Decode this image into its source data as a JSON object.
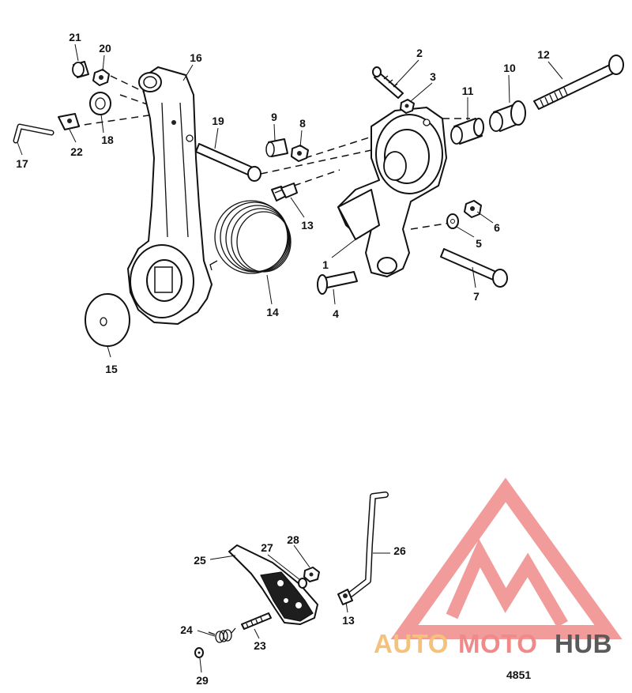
{
  "callouts": {
    "c1": "1",
    "c2": "2",
    "c3": "3",
    "c4": "4",
    "c5": "5",
    "c6": "6",
    "c7": "7",
    "c8": "8",
    "c9": "9",
    "c10": "10",
    "c11": "11",
    "c12": "12",
    "c13a": "13",
    "c14": "14",
    "c15": "15",
    "c16": "16",
    "c17": "17",
    "c18": "18",
    "c19": "19",
    "c20": "20",
    "c21": "21",
    "c22": "22",
    "c13b": "13",
    "c23": "23",
    "c24": "24",
    "c25": "25",
    "c26": "26",
    "c27": "27",
    "c28": "28",
    "c29": "29"
  },
  "figure_number": "4851",
  "watermark": {
    "part1": "AUTO",
    "part2": "MOTO",
    "part3": "HUB",
    "color_primary": "#f07f7f",
    "color_secondary": "#f4c27a",
    "color_dark": "#5a5a5a"
  }
}
